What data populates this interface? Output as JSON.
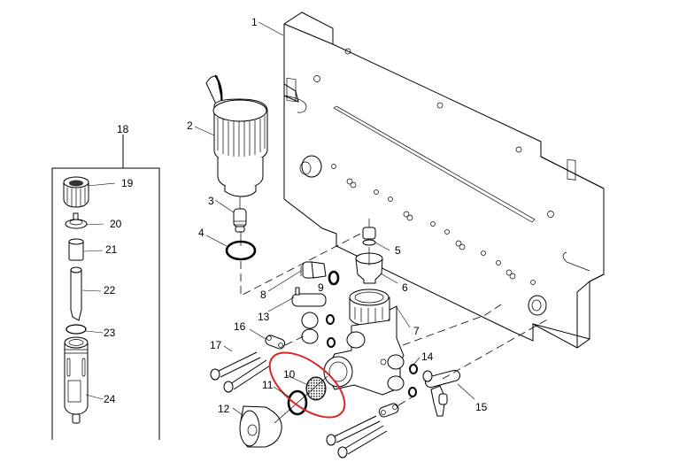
{
  "diagram": {
    "type": "exploded-parts-diagram",
    "highlight_color": "#d9262a",
    "highlighted_parts": [
      "10",
      "11"
    ],
    "callouts": [
      {
        "id": "1",
        "label": "1"
      },
      {
        "id": "2",
        "label": "2"
      },
      {
        "id": "3",
        "label": "3"
      },
      {
        "id": "4",
        "label": "4"
      },
      {
        "id": "5",
        "label": "5"
      },
      {
        "id": "6",
        "label": "6"
      },
      {
        "id": "7",
        "label": "7"
      },
      {
        "id": "8",
        "label": "8"
      },
      {
        "id": "9",
        "label": "9"
      },
      {
        "id": "10",
        "label": "10"
      },
      {
        "id": "11",
        "label": "11"
      },
      {
        "id": "12",
        "label": "12"
      },
      {
        "id": "13",
        "label": "13"
      },
      {
        "id": "14",
        "label": "14"
      },
      {
        "id": "15",
        "label": "15"
      },
      {
        "id": "16",
        "label": "16"
      },
      {
        "id": "17",
        "label": "17"
      },
      {
        "id": "18",
        "label": "18"
      },
      {
        "id": "19",
        "label": "19"
      },
      {
        "id": "20",
        "label": "20"
      },
      {
        "id": "21",
        "label": "21"
      },
      {
        "id": "22",
        "label": "22"
      },
      {
        "id": "23",
        "label": "23"
      },
      {
        "id": "24",
        "label": "24"
      }
    ]
  }
}
